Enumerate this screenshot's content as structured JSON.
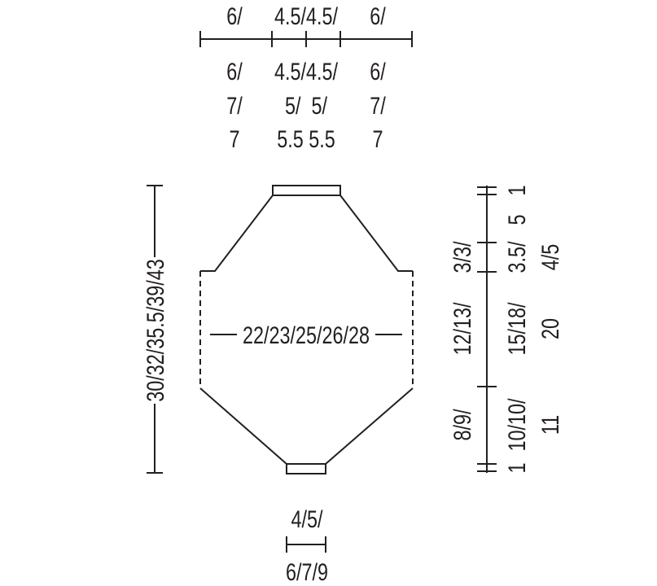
{
  "top_measurements": {
    "row1": [
      "6/",
      "4.5/4.5/",
      "6/"
    ],
    "row2": [
      "6/",
      "4.5/4.5/",
      "6/"
    ],
    "row3": [
      "7/",
      "5/  5/",
      "7/"
    ],
    "row4": [
      "7",
      "5.5 5.5",
      "7"
    ]
  },
  "left_measurement": "30/32/35.5/39/43",
  "width_measurement": "22/23/25/26/28",
  "right_inner_measurements": [
    "3/3/",
    "12/13/",
    "8/9/"
  ],
  "right_outer_measurements": [
    "1",
    "5",
    "3.5/",
    "4/5",
    "15/18/",
    "20",
    "10/10/",
    "11",
    "1"
  ],
  "bottom_measurements": [
    "4/5/",
    "6/7/9"
  ]
}
